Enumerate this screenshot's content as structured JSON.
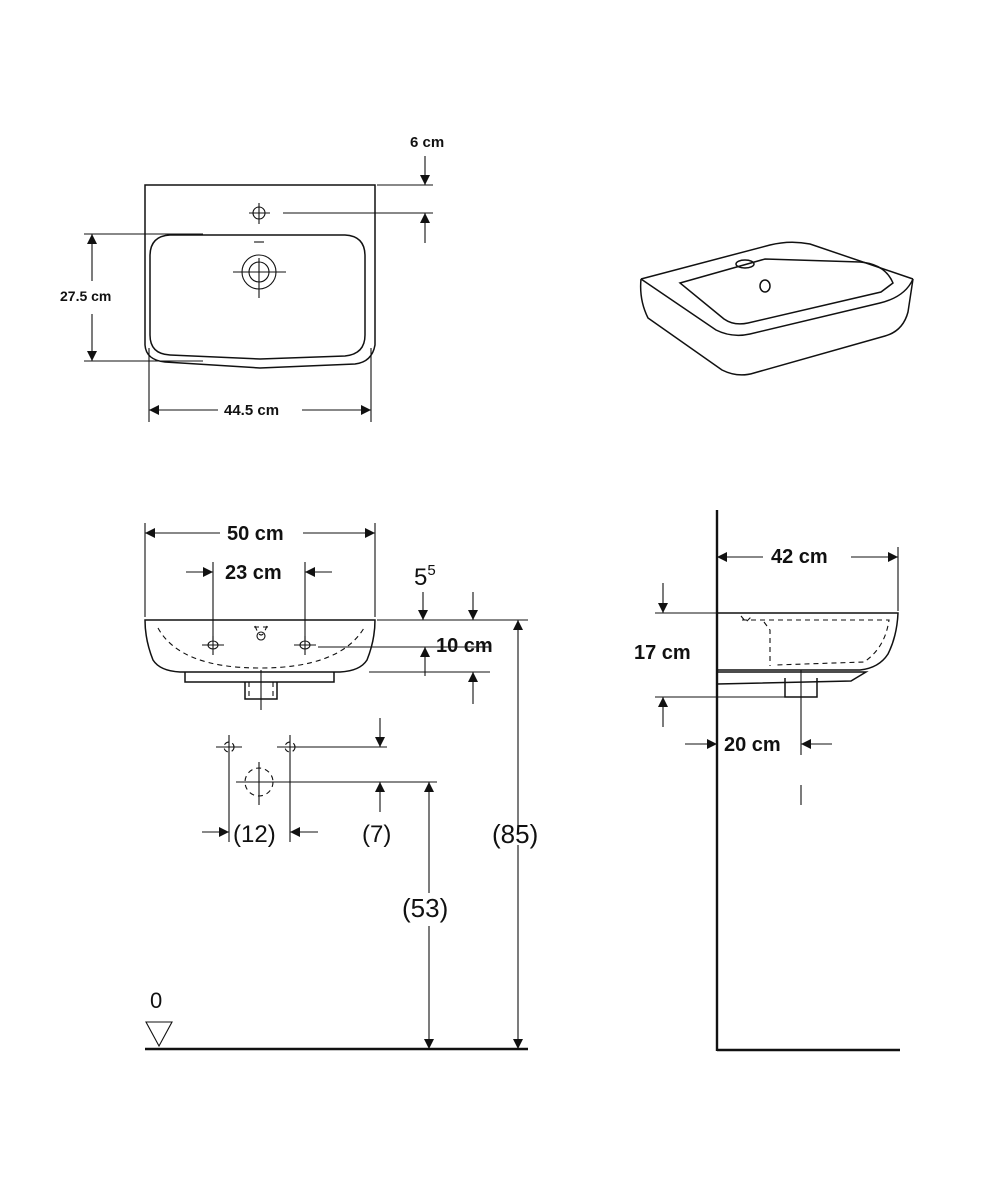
{
  "top_view": {
    "tap_offset_label": "6 cm",
    "depth_label": "27.5 cm",
    "width_label": "44.5 cm"
  },
  "front_view": {
    "overall_width_label": "50 cm",
    "hole_spacing_label": "23 cm",
    "rim_base": "5",
    "rim_exp": "5",
    "bowl_height_label": "10 cm",
    "supply_spacing_label": "(12)",
    "supply_drop_label": "(7)",
    "height_label": "(85)",
    "outlet_height_label": "(53)",
    "floor_level_label": "0"
  },
  "side_view": {
    "projection_label": "42 cm",
    "height_label": "17 cm",
    "wall_offset_label": "20 cm"
  }
}
